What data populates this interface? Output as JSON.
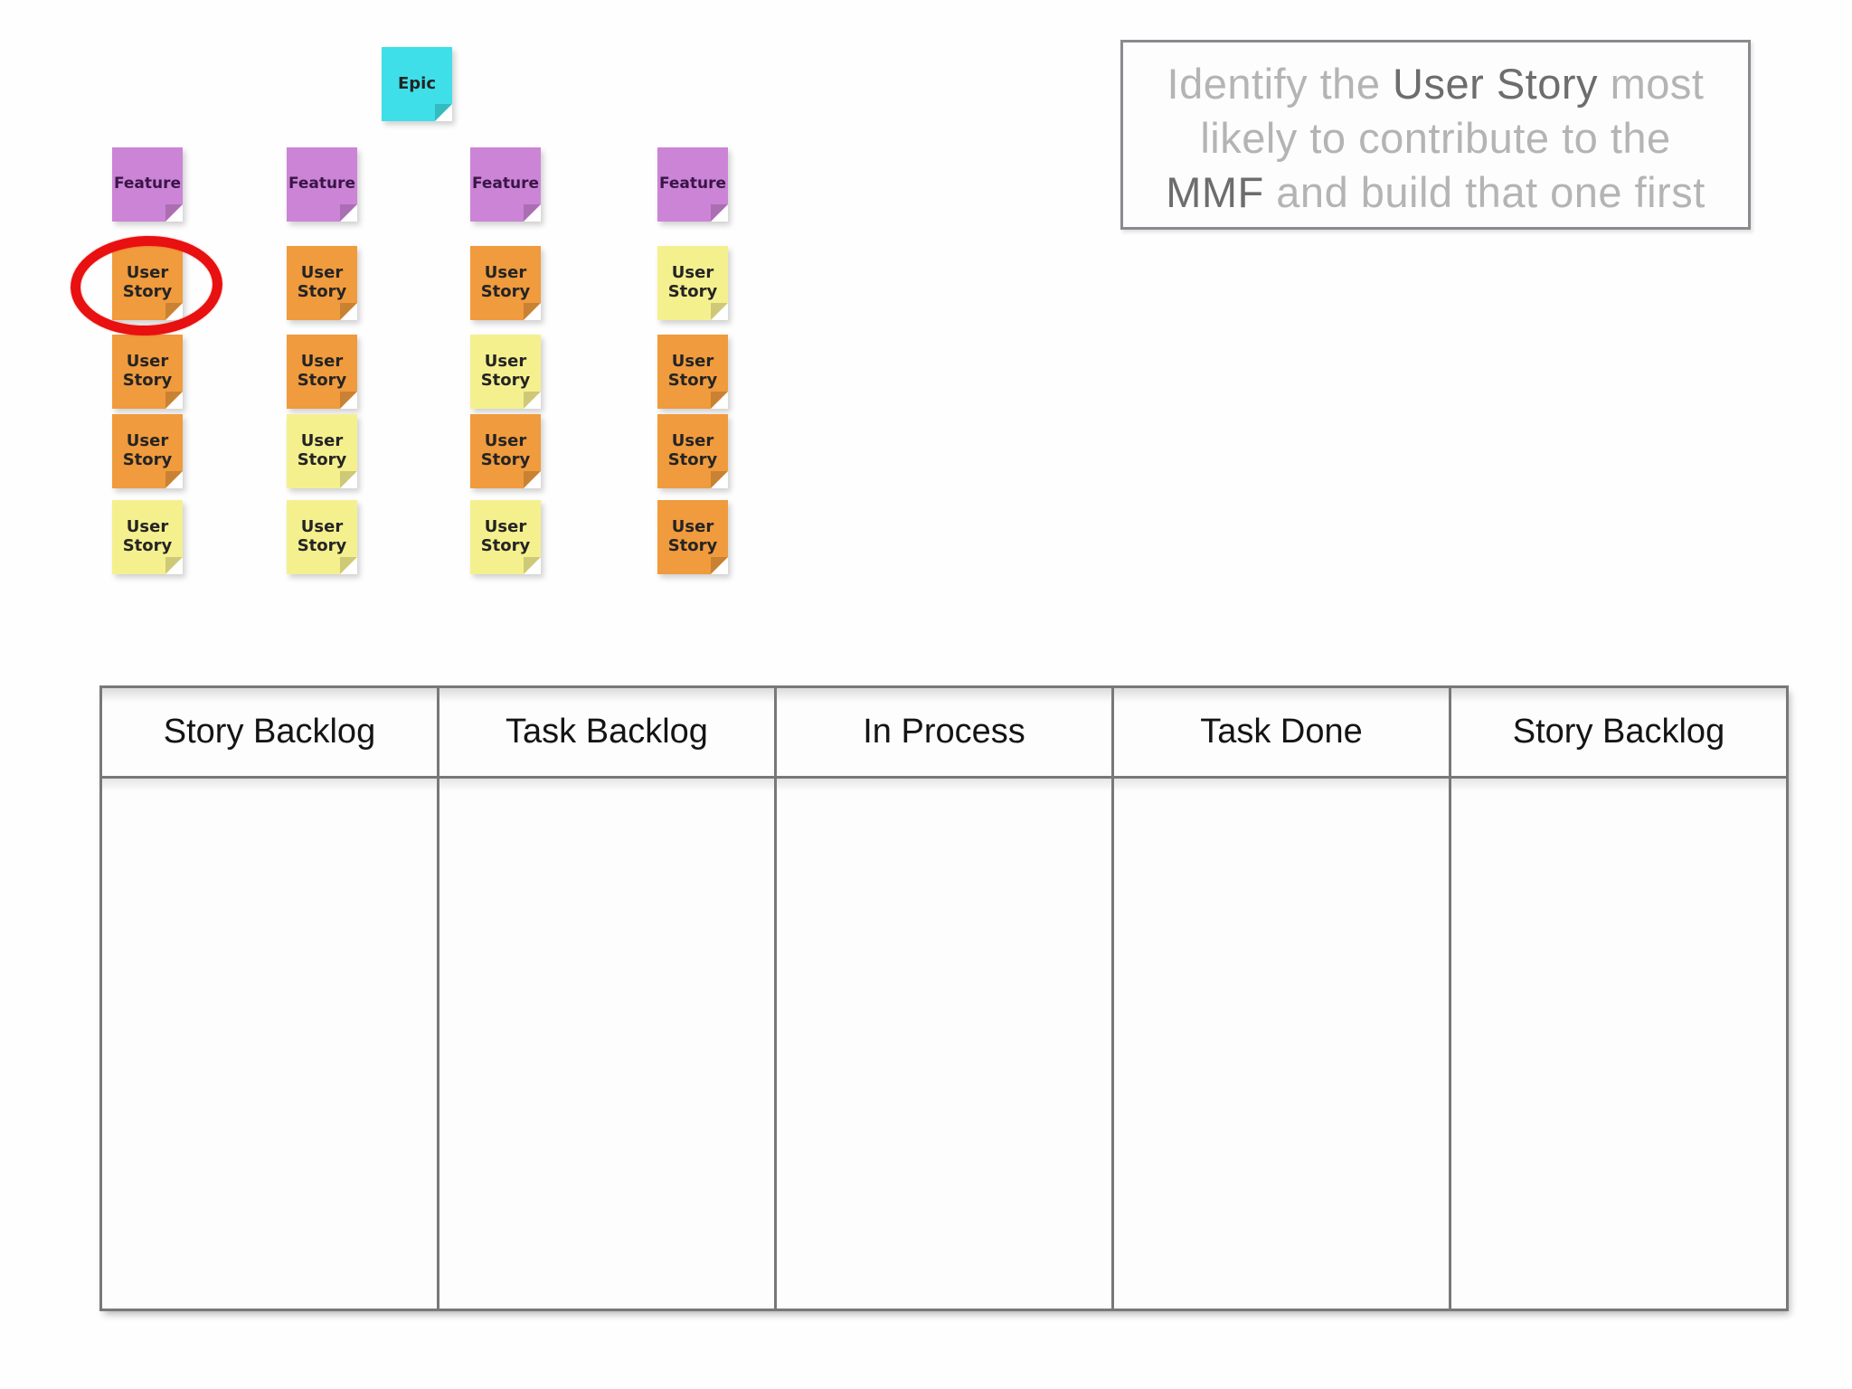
{
  "slide": {
    "background": "#ffffff"
  },
  "note_colors": {
    "cyan": "#3EDFE8",
    "purple": "#CC84D6",
    "orange": "#F09B3D",
    "yellow": "#F5F08E"
  },
  "story_map": {
    "epic": {
      "label": "Epic",
      "color": "cyan"
    },
    "columns": [
      {
        "feature": {
          "label": "Feature",
          "color": "purple"
        },
        "stories": [
          {
            "label": "User Story",
            "color": "orange",
            "highlighted": true
          },
          {
            "label": "User Story",
            "color": "orange"
          },
          {
            "label": "User Story",
            "color": "orange"
          },
          {
            "label": "User Story",
            "color": "yellow"
          }
        ]
      },
      {
        "feature": {
          "label": "Feature",
          "color": "purple"
        },
        "stories": [
          {
            "label": "User Story",
            "color": "orange"
          },
          {
            "label": "User Story",
            "color": "orange"
          },
          {
            "label": "User Story",
            "color": "yellow"
          },
          {
            "label": "User Story",
            "color": "yellow"
          }
        ]
      },
      {
        "feature": {
          "label": "Feature",
          "color": "purple"
        },
        "stories": [
          {
            "label": "User Story",
            "color": "orange"
          },
          {
            "label": "User Story",
            "color": "yellow"
          },
          {
            "label": "User Story",
            "color": "orange"
          },
          {
            "label": "User Story",
            "color": "yellow"
          }
        ]
      },
      {
        "feature": {
          "label": "Feature",
          "color": "purple"
        },
        "stories": [
          {
            "label": "User Story",
            "color": "yellow"
          },
          {
            "label": "User Story",
            "color": "orange"
          },
          {
            "label": "User Story",
            "color": "orange"
          },
          {
            "label": "User Story",
            "color": "orange"
          }
        ]
      }
    ],
    "highlight": {
      "shape": "ellipse",
      "color": "#E81010"
    }
  },
  "callout": {
    "border_color": "#8A8A90",
    "text_color": "#B4B4B4",
    "emphasis_color": "#6D6D6D",
    "full_text": "Identify the User Story most likely to contribute to the MMF and build that one first",
    "lines": [
      [
        {
          "text": "Identify the ",
          "emphasis": false
        },
        {
          "text": "User Story",
          "emphasis": true
        },
        {
          "text": " most",
          "emphasis": false
        }
      ],
      [
        {
          "text": "likely to contribute to the",
          "emphasis": false
        }
      ],
      [
        {
          "text": "MMF",
          "emphasis": true
        },
        {
          "text": " and build that one first",
          "emphasis": false
        }
      ]
    ]
  },
  "kanban": {
    "border_color": "#787878",
    "columns": [
      "Story Backlog",
      "Task Backlog",
      "In Process",
      "Task Done",
      "Story Backlog"
    ]
  }
}
